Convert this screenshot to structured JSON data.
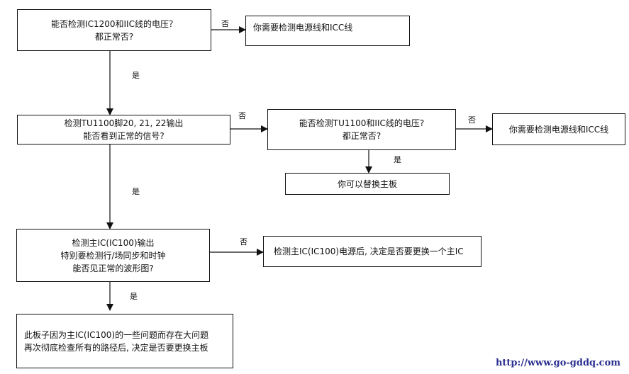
{
  "flow": {
    "check_ic1200": {
      "line1": "能否检测IC1200和IIC线的电压？",
      "line2": "都正常否?"
    },
    "msg_power_icc_1": {
      "line1": "你需要检测电源线和ICC线"
    },
    "check_tu1100_pins": {
      "line1": "检测TU1100脚20, 21, 22输出",
      "line2": "能否看到正常的信号?"
    },
    "check_tu1100_voltage": {
      "line1": "能否检测TU1100和IIC线的电压?",
      "line2": "都正常否?"
    },
    "msg_power_icc_2": {
      "line1": "你需要检测电源线和ICC线"
    },
    "msg_replace_board": {
      "line1": "你可以替换主板"
    },
    "check_main_ic": {
      "line1": "检测主IC(IC100)输出",
      "line2": "特别要检测行/场同步和时钟",
      "line3": "能否见正常的波形图?"
    },
    "msg_replace_ic": {
      "line1": "检测主IC(IC100)电源后, 决定是否要更换一个主IC"
    },
    "msg_final": {
      "line1": "此板子因为主IC(IC100)的一些问题而存在大问题",
      "line2": "再次彻底检查所有的路径后, 决定是否要更换主板"
    },
    "labels": {
      "no": "否",
      "yes": "是"
    }
  },
  "watermark": "http://www.go-gddq.com"
}
